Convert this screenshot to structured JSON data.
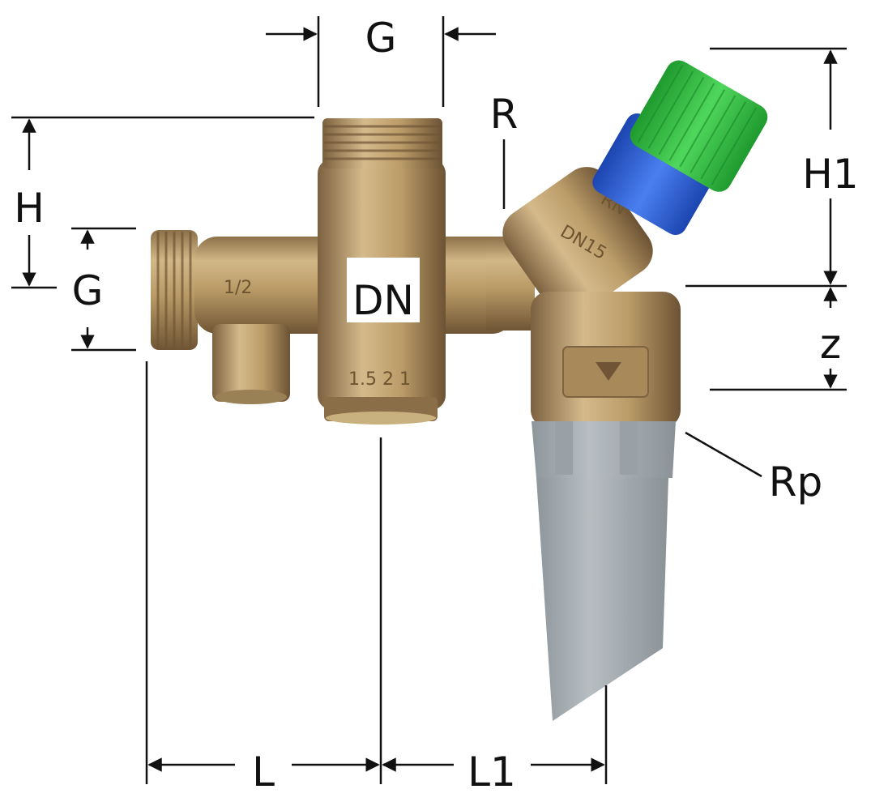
{
  "labels": {
    "g_top": "G",
    "g_left": "G",
    "h": "H",
    "h1": "H1",
    "r": "R",
    "rp": "Rp",
    "z": "z",
    "dn": "DN",
    "l": "L",
    "l1": "L1"
  },
  "body_markings": {
    "inlet_size": "1/2",
    "body_stamp": "1.5 2 1",
    "valve_brand": "RN",
    "valve_size": "DN15"
  },
  "colors": {
    "bronze": "#b99a66",
    "bronze_dark": "#7e6340",
    "cap_green": "#2fbf3f",
    "ring_blue": "#2b5fd8",
    "funnel_grey": "#a6aeb3",
    "line": "#111111"
  }
}
